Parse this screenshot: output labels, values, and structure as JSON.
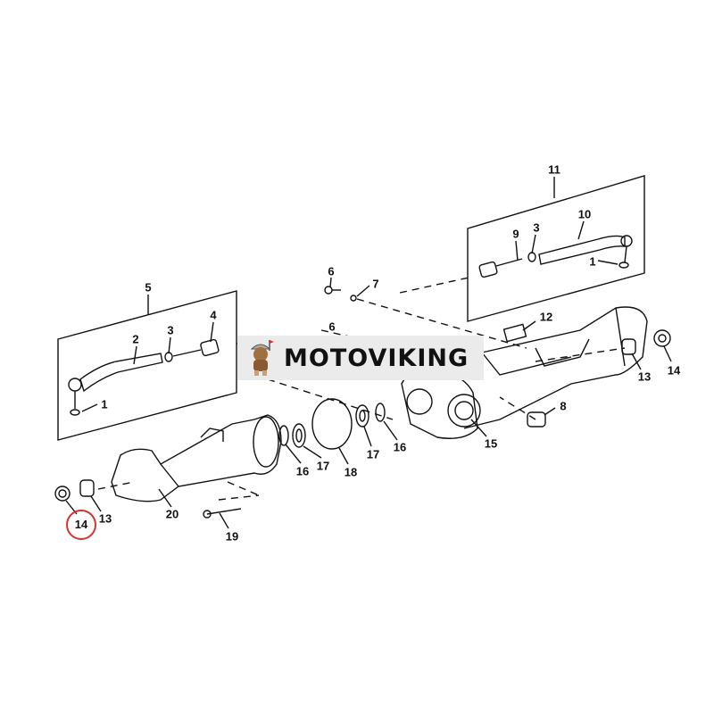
{
  "diagram": {
    "title": "Front axle assembly exploded parts diagram",
    "highlight_color": "#d9302c",
    "callouts": [
      "11",
      "10",
      "9",
      "3",
      "1",
      "5",
      "2",
      "3",
      "4",
      "1",
      "6",
      "7",
      "6",
      "12",
      "13",
      "14",
      "8",
      "15",
      "16",
      "17",
      "18",
      "17",
      "16",
      "20",
      "13",
      "14",
      "19"
    ],
    "highlighted_callout": "14"
  },
  "watermark": {
    "brand": "MOTOVIKING"
  }
}
